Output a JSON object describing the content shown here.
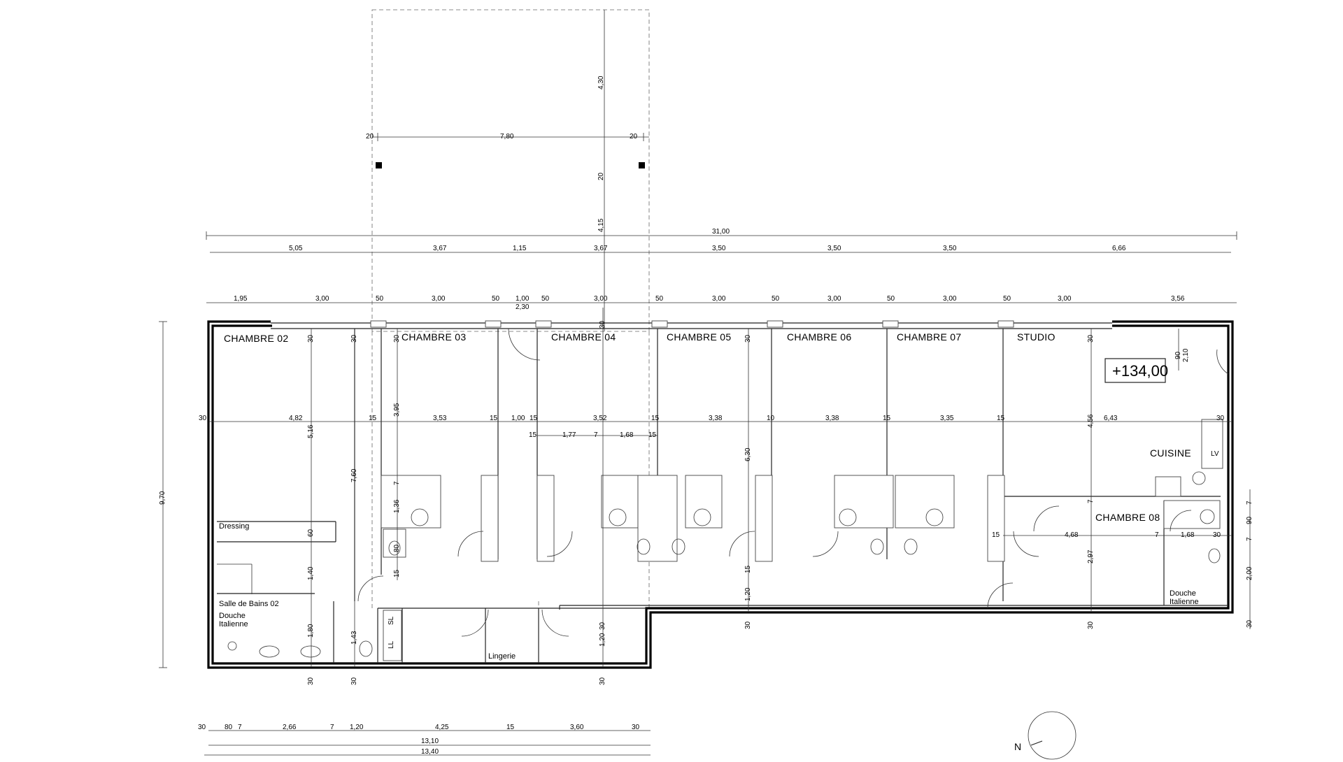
{
  "rooms": {
    "chambre02": "CHAMBRE 02",
    "chambre03": "CHAMBRE 03",
    "chambre04": "CHAMBRE 04",
    "chambre05": "CHAMBRE 05",
    "chambre06": "CHAMBRE 06",
    "chambre07": "CHAMBRE 07",
    "studio": "STUDIO",
    "cuisine": "CUISINE",
    "chambre08": "CHAMBRE 08",
    "dressing": "Dressing",
    "salle_bains": "Salle de Bains 02",
    "douche_1a": "Douche",
    "douche_1b": "Italienne",
    "douche_2a": "Douche",
    "douche_2b": "Italienne",
    "lingerie": "Lingerie",
    "lv": "LV",
    "sl": "SL",
    "ll": "LL"
  },
  "level": "+134,00",
  "north": "N",
  "dims": {
    "top_ext_1": "20",
    "top_ext_2": "7,80",
    "top_ext_3": "20",
    "top_ext_v1": "4,30",
    "top_ext_v2": "20",
    "top_ext_v3": "4,15",
    "total_width": "31,00",
    "r2": [
      "5,05",
      "3,67",
      "1,15",
      "3,67",
      "3,50",
      "3,50",
      "3,50",
      "6,66"
    ],
    "r3": [
      "1,95",
      "3,00",
      "50",
      "3,00",
      "50",
      "1,00",
      "50",
      "3,00",
      "50",
      "3,00",
      "50",
      "3,00",
      "50",
      "3,00",
      "50",
      "3,00",
      "3,56"
    ],
    "r3_extra": "2,30",
    "mid_row": [
      "30",
      "4,82",
      "15",
      "3,53",
      "15",
      "1,00",
      "15",
      "3,52",
      "15",
      "3,38",
      "10",
      "3,38",
      "15",
      "3,35",
      "15",
      "6,43",
      "30"
    ],
    "sub_row": [
      "15",
      "1,77",
      "7",
      "1,68",
      "15"
    ],
    "wall_30": "30",
    "v_395": "3,95",
    "v_516": "5,16",
    "v_760": "7,60",
    "v_630": "6,30",
    "v_456": "4,56",
    "v_210": "2,10",
    "v_90_top": "90",
    "v_136": "1,36",
    "v_80": "80",
    "v_60": "60",
    "v_140": "1,40",
    "v_180": "1,80",
    "v_143": "1,43",
    "v_120a": "1,20",
    "v_120b": "1,20",
    "v_7": "7",
    "v_15": "15",
    "v_297": "2,97",
    "ch08_row": [
      "15",
      "4,68",
      "7",
      "1,68",
      "30"
    ],
    "right_col": [
      "7",
      "90",
      "7",
      "2,00",
      "30"
    ],
    "left_970": "9,70",
    "bottom_row": [
      "30",
      "80",
      "7",
      "2,66",
      "7",
      "1,20",
      "4,25",
      "15",
      "3,60",
      "30"
    ],
    "bottom_total_1": "13,10",
    "bottom_total_2": "13,40"
  }
}
